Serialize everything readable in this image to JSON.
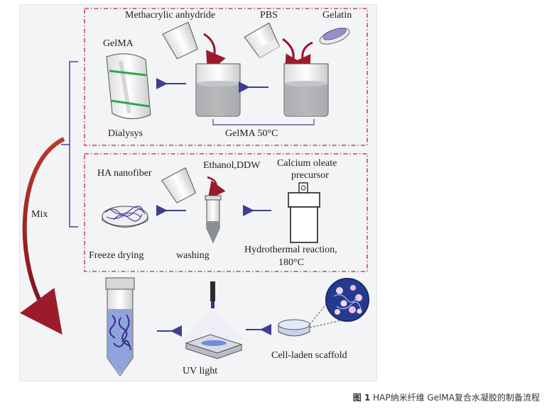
{
  "labels": {
    "methacrylic_anhydride": "Methacrylic anhydride",
    "pbs": "PBS",
    "gelatin": "Gelatin",
    "gelma_top": "GelMA",
    "dialysys": "Dialysys",
    "gelma_50c": "GelMA  50°C",
    "ethanol_ddw": "Ethanol,DDW",
    "ha_nanofiber": "HA nanofiber",
    "calcium_oleate_line1": "Calcium oleate",
    "calcium_oleate_line2": "precursor",
    "freeze_drying": "Freeze drying",
    "washing": "washing",
    "hydrothermal_line1": "Hydrothermal reaction,",
    "hydrothermal_line2": "180°C",
    "mix": "Mix",
    "uv_light": "UV light",
    "cell_laden_scaffold": "Cell-laden scaffold"
  },
  "caption": {
    "figure_label": "图 1",
    "text": "HAP纳米纤维 GelMA复合水凝胶的制备流程"
  },
  "colors": {
    "dashed_box": "#c2185b",
    "flow_arrow": "#3f3f8f",
    "curved_arrow": "#9b1b2a",
    "bracket": "#4b3f9b",
    "dialysis_band": "#2ea84a",
    "gel_blue": "#8fa3dd",
    "nanofiber": "#6d5fb0"
  },
  "icons": [
    "beaker-icon",
    "test-tube-icon",
    "dish-icon",
    "reactor-icon",
    "uv-lamp-icon",
    "cell-sphere-icon"
  ]
}
